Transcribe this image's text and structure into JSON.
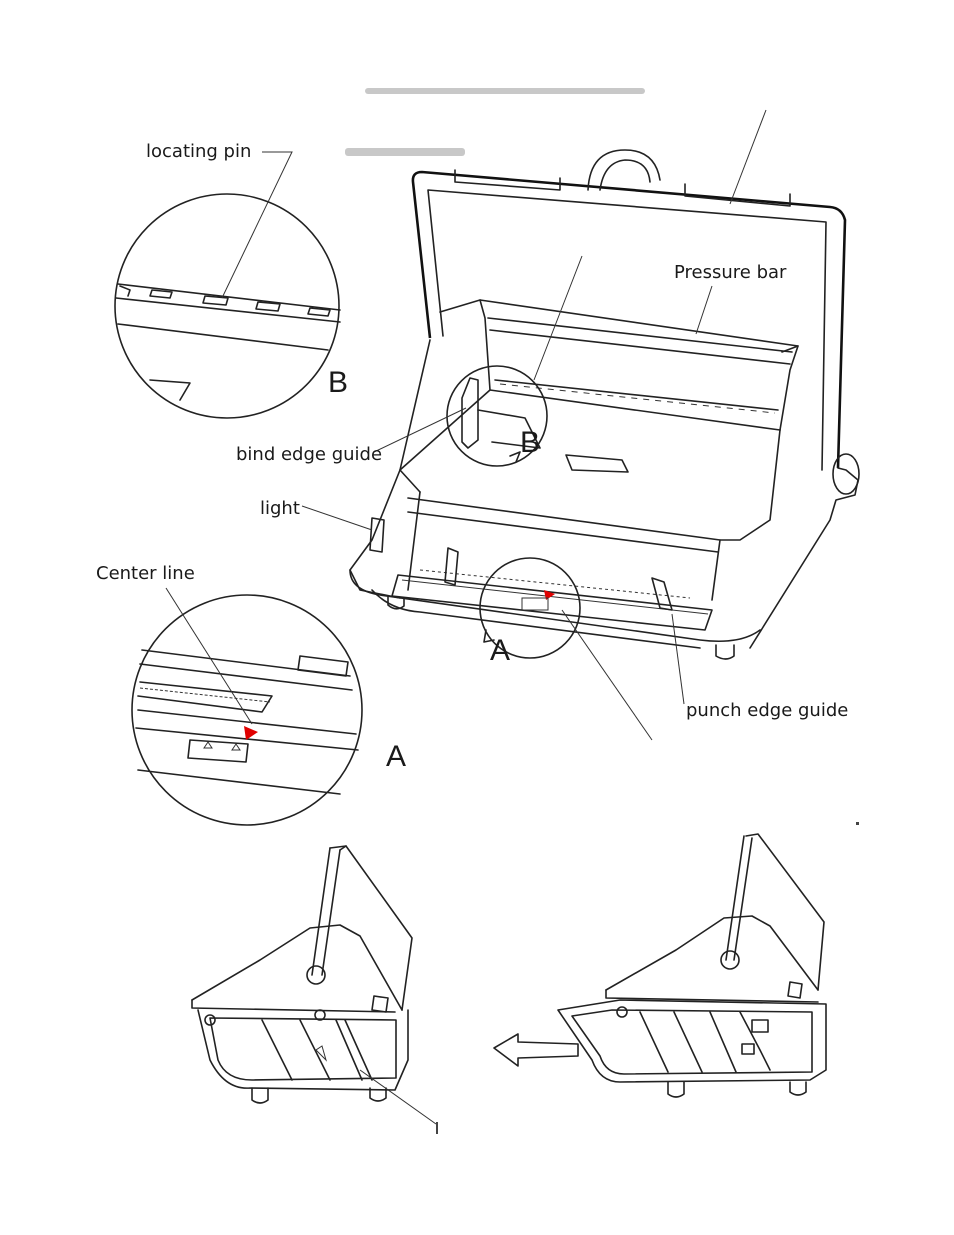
{
  "labels": {
    "locating_pin": "locating pin",
    "pressure_bar": "Pressure bar",
    "bind_edge_guide": "bind edge guide",
    "light": "light",
    "center_line": "Center line",
    "punch_edge_guide": "punch edge guide"
  },
  "callouts": {
    "detail_a": "A",
    "detail_b": "B",
    "marker_a": "A",
    "marker_b": "B"
  },
  "colors": {
    "line": "#222222",
    "marker": "#e00000",
    "background": "#ffffff"
  }
}
